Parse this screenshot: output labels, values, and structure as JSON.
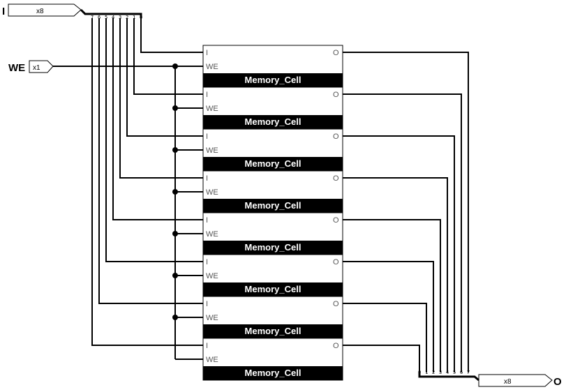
{
  "inputs": {
    "data_in": {
      "name": "I",
      "width": "x8"
    },
    "write_enable": {
      "name": "WE",
      "width": "x1"
    }
  },
  "outputs": {
    "data_out": {
      "name": "O",
      "width": "x8"
    }
  },
  "cell_block": {
    "title": "Memory_Cell",
    "pin_in": "I",
    "pin_we": "WE",
    "pin_out": "O"
  },
  "splitter_in_bits": [
    "0",
    "1",
    "2",
    "3",
    "4",
    "5",
    "6",
    "7"
  ],
  "splitter_out_bits": [
    "0",
    "1",
    "2",
    "3",
    "4",
    "5",
    "6",
    "7"
  ],
  "cells": [
    {
      "index": 0
    },
    {
      "index": 1
    },
    {
      "index": 2
    },
    {
      "index": 3
    },
    {
      "index": 4
    },
    {
      "index": 5
    },
    {
      "index": 6
    },
    {
      "index": 7
    }
  ],
  "colors": {
    "wire": "#000000",
    "cell_title_bg": "#000000",
    "cell_title_text": "#ffffff"
  }
}
